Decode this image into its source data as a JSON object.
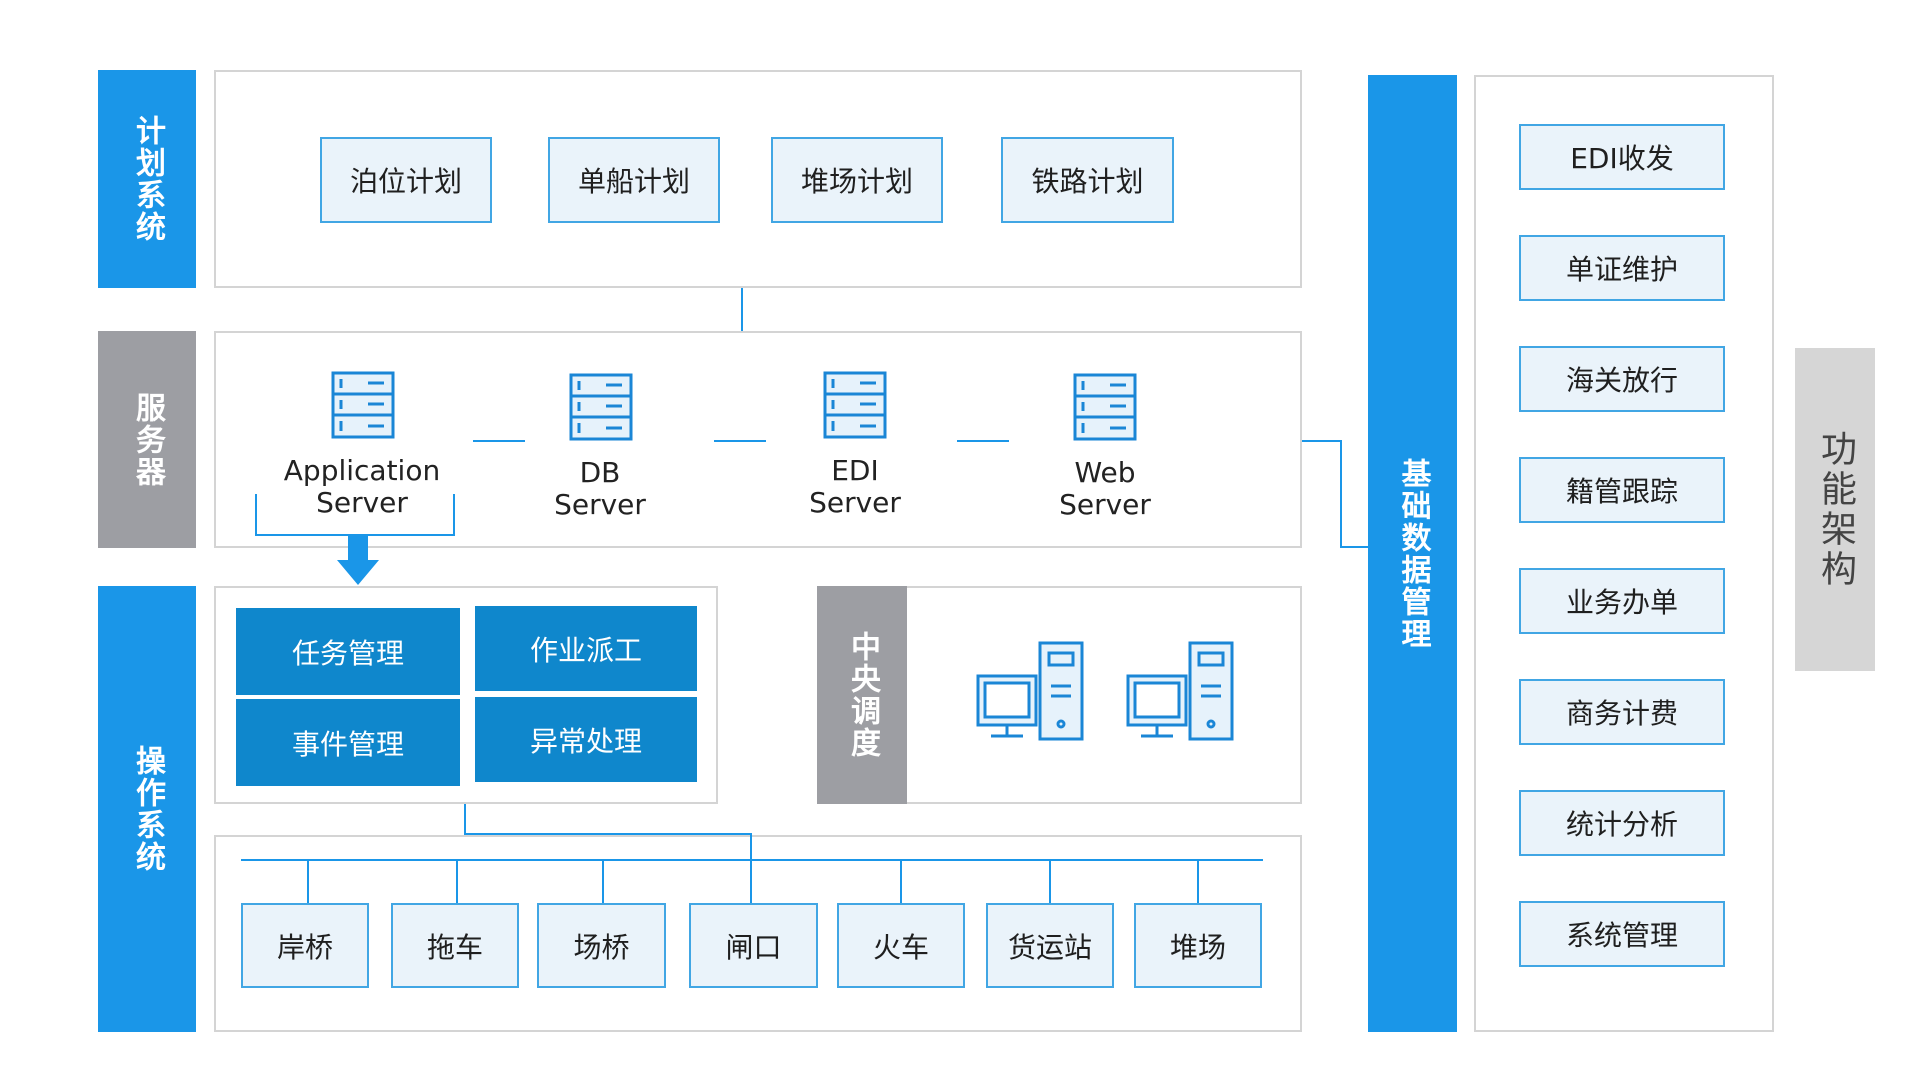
{
  "sections": {
    "plan": "计划系统",
    "server": "服务器",
    "operation": "操作系统",
    "central": "中央调度",
    "basic_data": "基础数据管理",
    "function_arch": "功能架构"
  },
  "plan_items": [
    "泊位计划",
    "单船计划",
    "堆场计划",
    "铁路计划"
  ],
  "servers": [
    {
      "line1": "Application",
      "line2": "Server"
    },
    {
      "line1": "DB",
      "line2": "Server"
    },
    {
      "line1": "EDI",
      "line2": "Server"
    },
    {
      "line1": "Web",
      "line2": "Server"
    }
  ],
  "operation_items": [
    "任务管理",
    "作业派工",
    "事件管理",
    "异常处理"
  ],
  "equipment": [
    "岸桥",
    "拖车",
    "场桥",
    "闸口",
    "火车",
    "货运站",
    "堆场"
  ],
  "basic_items": [
    "EDI收发",
    "单证维护",
    "海关放行",
    "籍管跟踪",
    "业务办单",
    "商务计费",
    "统计分析",
    "系统管理"
  ],
  "colors": {
    "accent": "#1a96e8",
    "dark_blue": "#0f87cc",
    "gray": "#9d9ea3"
  }
}
